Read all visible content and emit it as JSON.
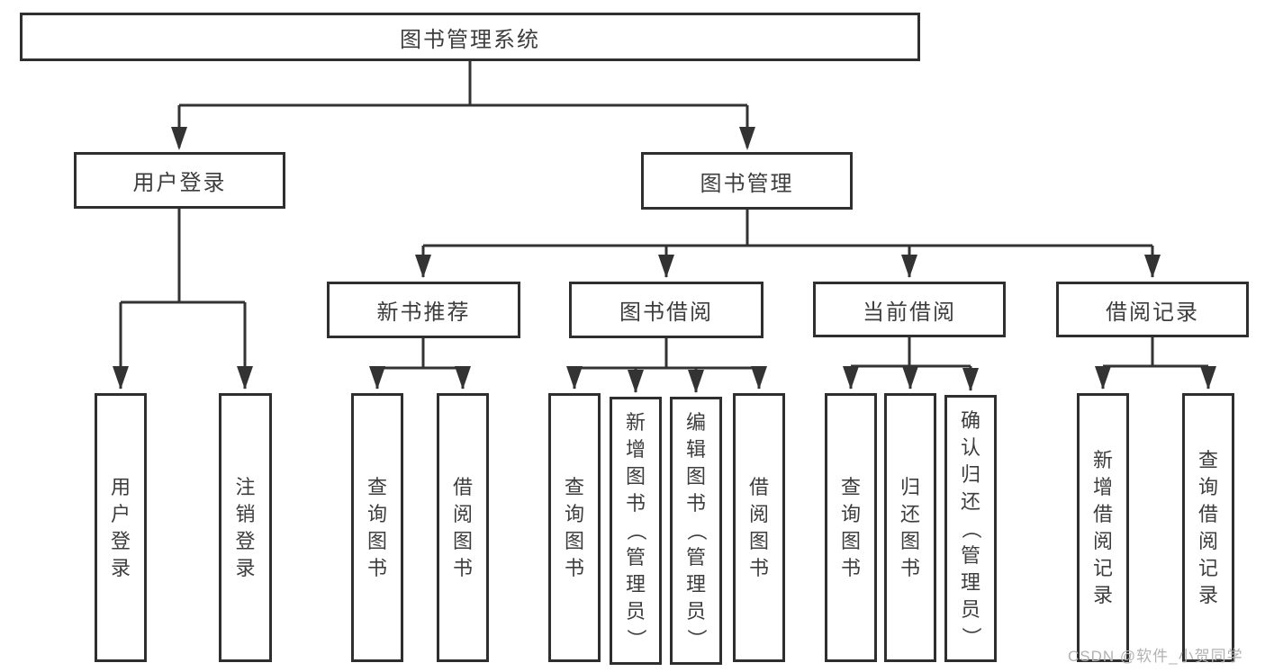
{
  "diagram": {
    "title": "图书管理系统",
    "type": "hierarchy-tree",
    "colors": {
      "line": "#333333",
      "box_border": "#2f2f2f",
      "box_fill": "#ffffff",
      "text": "#3d3d3d",
      "background": "#ffffff",
      "watermark_text_color": "#b2b2b2"
    },
    "nodes": {
      "root": {
        "label": "图书管理系统"
      },
      "level2": [
        {
          "label": "用户登录"
        },
        {
          "label": "图书管理"
        }
      ],
      "level3": [
        {
          "label": "新书推荐",
          "parent": "图书管理"
        },
        {
          "label": "图书借阅",
          "parent": "图书管理"
        },
        {
          "label": "当前借阅",
          "parent": "图书管理"
        },
        {
          "label": "借阅记录",
          "parent": "图书管理"
        }
      ],
      "leaves": [
        {
          "label": "用户登录",
          "parent": "用户登录"
        },
        {
          "label": "注销登录",
          "parent": "用户登录"
        },
        {
          "label": "查询图书",
          "parent": "新书推荐"
        },
        {
          "label": "借阅图书",
          "parent": "新书推荐"
        },
        {
          "label": "查询图书",
          "parent": "图书借阅"
        },
        {
          "label": "新增图书（管理员）",
          "parent": "图书借阅"
        },
        {
          "label": "编辑图书（管理员）",
          "parent": "图书借阅"
        },
        {
          "label": "借阅图书",
          "parent": "图书借阅"
        },
        {
          "label": "查询图书",
          "parent": "当前借阅"
        },
        {
          "label": "归还图书",
          "parent": "当前借阅"
        },
        {
          "label": "确认归还（管理员）",
          "parent": "当前借阅"
        },
        {
          "label": "新增借阅记录",
          "parent": "借阅记录"
        },
        {
          "label": "查询借阅记录",
          "parent": "借阅记录"
        }
      ]
    },
    "watermark": "CSDN @软件_小贺同学"
  }
}
